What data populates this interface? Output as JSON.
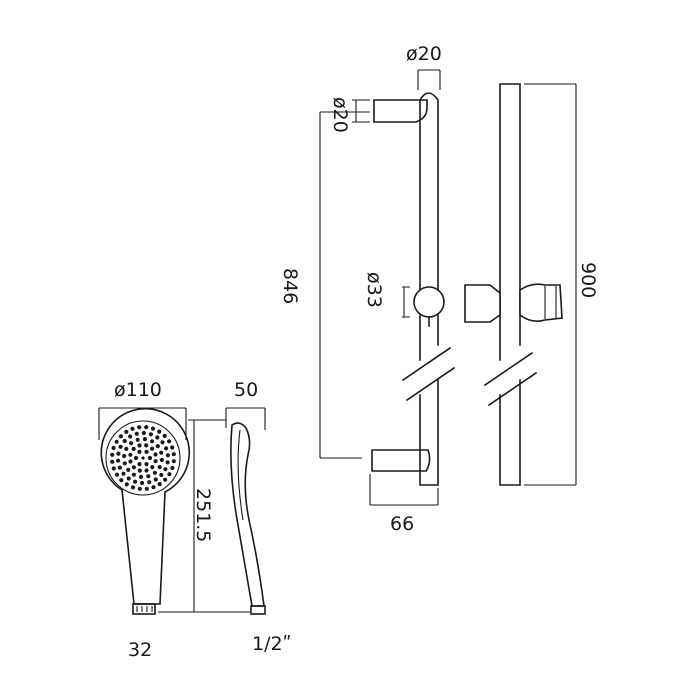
{
  "dimensions": {
    "rail_top_diameter": "ø20",
    "bracket_diameter": "ø20",
    "rail_height": "846",
    "slider_diameter": "ø33",
    "total_height": "900",
    "bracket_depth": "66",
    "head_diameter": "ø110",
    "head_depth": "50",
    "handset_length": "251.5",
    "handle_width": "32",
    "connection_thread": "1/2ʺ"
  },
  "colors": {
    "line": "#1a1a1a",
    "background": "#ffffff"
  }
}
